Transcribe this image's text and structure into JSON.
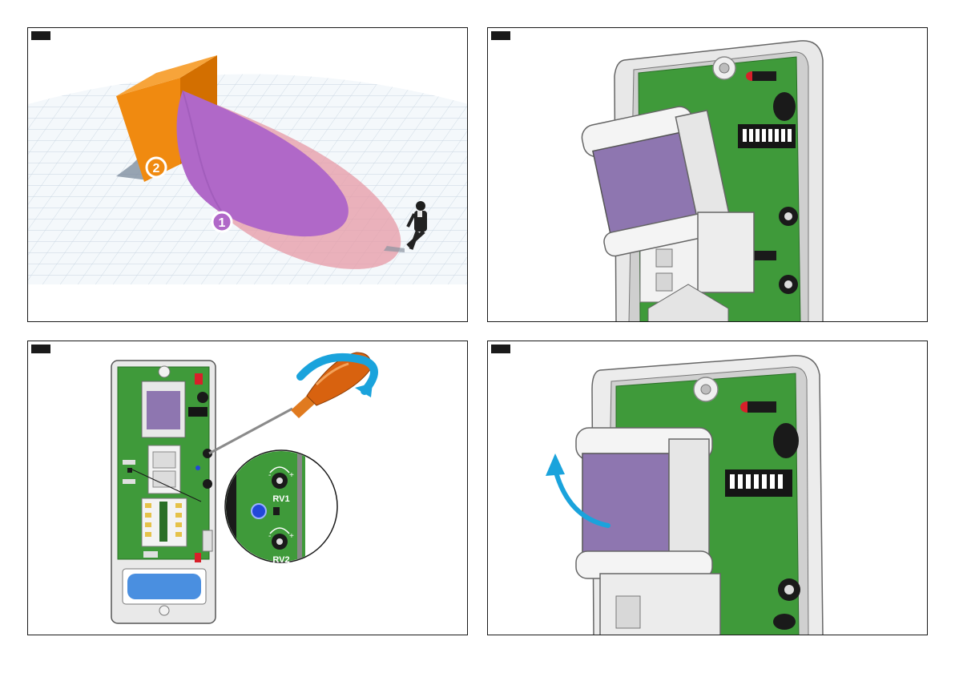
{
  "panels": [
    {
      "id": "a",
      "tag_color": "#1a1a1a"
    },
    {
      "id": "b",
      "tag_color": "#1a1a1a"
    },
    {
      "id": "c",
      "tag_color": "#1a1a1a"
    },
    {
      "id": "d",
      "tag_color": "#1a1a1a"
    }
  ],
  "diagram": {
    "marker_1": "1",
    "marker_2": "2",
    "rv1_label": "RV1",
    "rv2_label": "RV2"
  },
  "colors": {
    "board": "#3f9a3a",
    "lens": "#8e76b0",
    "obstacle": "#f08a10",
    "coverage_near": "#b068c8",
    "coverage_far": "#e79aa6",
    "arrow": "#1aa3dc",
    "screwdriver": "#d8620f"
  },
  "icons": [
    "screwdriver-icon",
    "rotate-arrow-icon",
    "person-figure-icon"
  ]
}
